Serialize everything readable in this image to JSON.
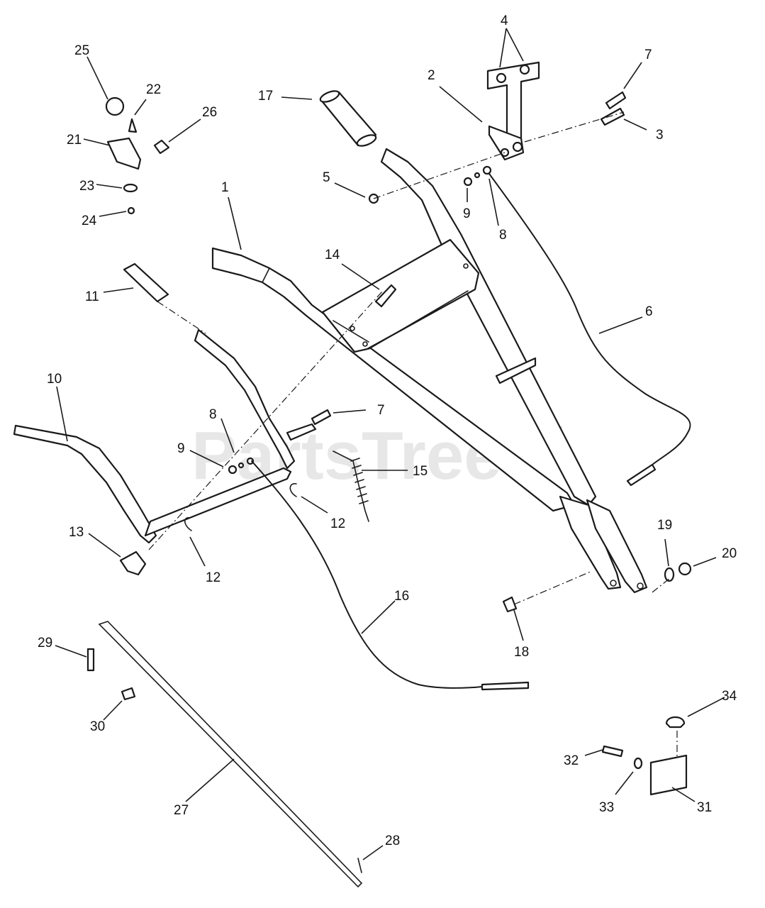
{
  "watermark": {
    "text": "PartsTree",
    "trademark": "™"
  },
  "callouts": {
    "c1": "1",
    "c2": "2",
    "c3": "3",
    "c4": "4",
    "c5": "5",
    "c6": "6",
    "c7a": "7",
    "c7b": "7",
    "c8a": "8",
    "c8b": "8",
    "c9a": "9",
    "c9b": "9",
    "c10": "10",
    "c11": "11",
    "c12a": "12",
    "c12b": "12",
    "c13": "13",
    "c14": "14",
    "c15": "15",
    "c16": "16",
    "c17": "17",
    "c18": "18",
    "c19": "19",
    "c20": "20",
    "c21": "21",
    "c22": "22",
    "c23": "23",
    "c24": "24",
    "c25": "25",
    "c26": "26",
    "c27": "27",
    "c28": "28",
    "c29": "29",
    "c30": "30",
    "c31": "31",
    "c32": "32",
    "c33": "33",
    "c34": "34"
  }
}
